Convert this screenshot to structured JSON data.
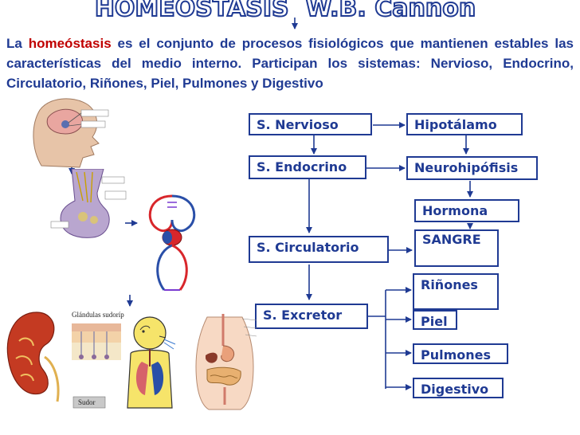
{
  "title": "HOMEOSTASIS  W.B. Cannon",
  "intro": {
    "prefix": "La ",
    "keyword": "homeóstasis",
    "body": " es el conjunto de procesos fisiológicos que mantienen estables las características del medio interno. Participan los sistemas: Nervioso, Endocrino, Circulatorio, Riñones, Piel, Pulmones y Digestivo"
  },
  "diagram": {
    "nervioso": "S. Nervioso",
    "endocrino": "S. Endocrino",
    "circulatorio": "S. Circulatorio",
    "excretor": "S. Excretor",
    "hipotalamo": "Hipotálamo",
    "neurohipofisis": "Neurohipófisis",
    "hormona": "Hormona",
    "sangre": "SANGRE",
    "rinones": "Riñones",
    "piel": "Piel",
    "pulmones": "Pulmones",
    "digestivo": "Digestivo"
  },
  "illustration_labels": {
    "glandulas": "Glándulas sudoríparas",
    "sudor": "Sudor"
  },
  "colors": {
    "text": "#1f3a93",
    "keyword": "#c00000",
    "title": "#1f3a93"
  }
}
